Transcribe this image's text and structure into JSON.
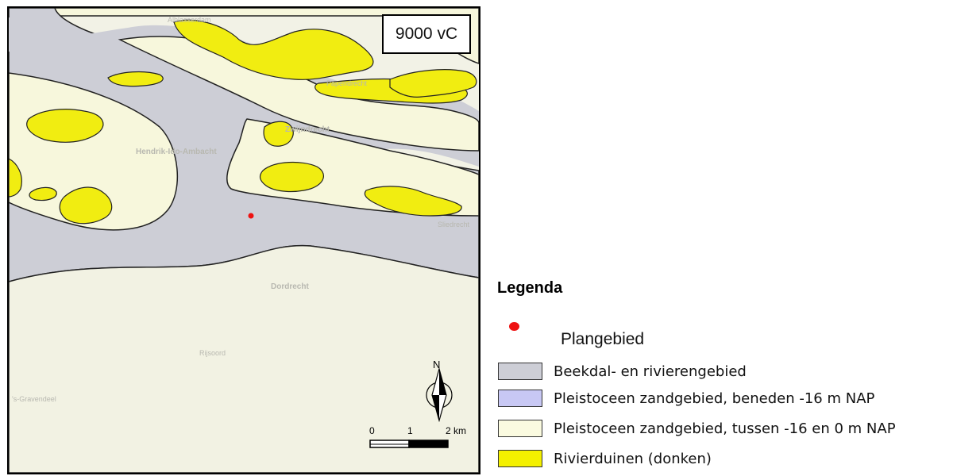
{
  "map": {
    "period_label": "9000 vC",
    "place_labels": [
      "Hendrik-Ido-Ambacht",
      "Zwijndrecht",
      "Dordrecht",
      "Sliedrecht",
      "Papendrecht",
      "Alblasserdam",
      "Rijsoord",
      "'s-Gravendeel"
    ],
    "north_label": "N",
    "scale": {
      "ticks": [
        "0",
        "1",
        "2 km"
      ]
    }
  },
  "legend": {
    "title": "Legenda",
    "plan_label": "Plangebied",
    "items": [
      {
        "label": "Beekdal- en rivierengebied",
        "color": "#cdced6"
      },
      {
        "label": "Pleistoceen zandgebied, beneden -16 m NAP",
        "color": "#c8c8f4"
      },
      {
        "label": "Pleistoceen zandgebied, tussen -16 en 0 m NAP",
        "color": "#fbfbe0"
      },
      {
        "label": "Rivierduinen (donken)",
        "color": "#f4f000"
      }
    ]
  },
  "colors": {
    "river": "#cdced6",
    "sand": "#f7f7dc",
    "dunes": "#f1ed11",
    "base": "#f2f2e6",
    "plan_marker": "#ee1111"
  }
}
